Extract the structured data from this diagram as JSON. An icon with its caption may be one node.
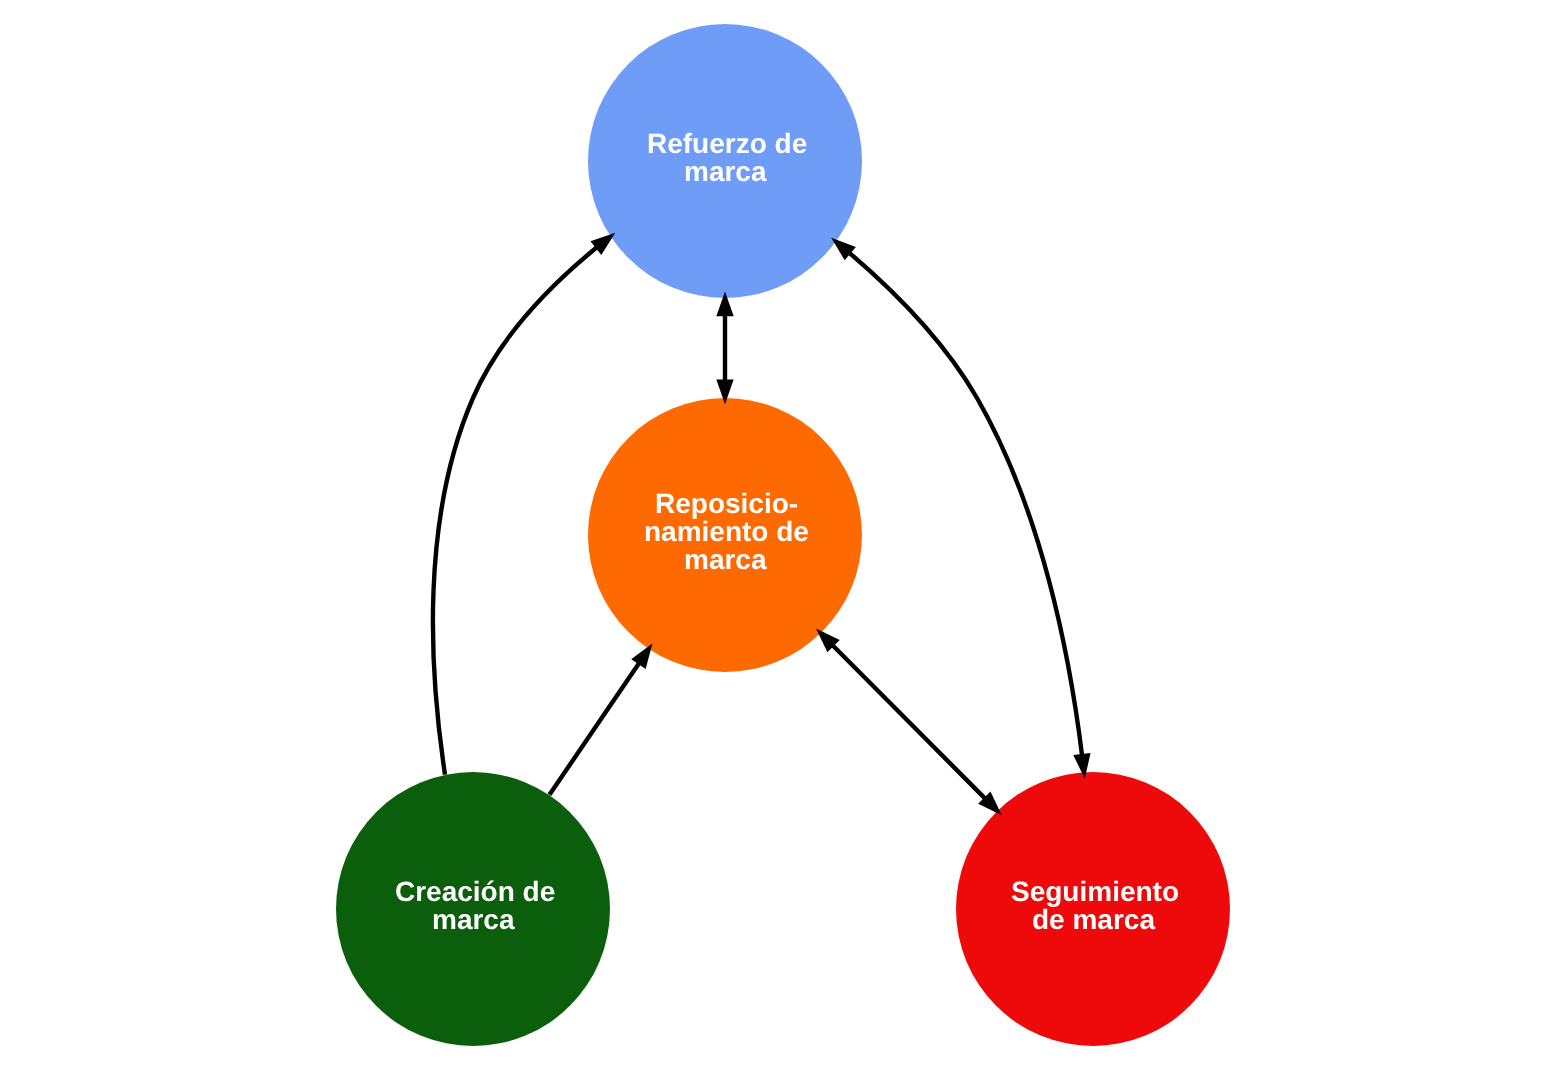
{
  "diagram": {
    "nodes": [
      {
        "text": [
          "Refuerzo de marca"
        ]
      },
      {
        "text": [
          "Reposicio- namiento de marca"
        ]
      },
      {
        "text": [
          "Creación de marca"
        ]
      },
      {
        "text": [
          "Seguimiento de marca"
        ]
      }
    ],
    "edges": [
      {
        "from": 2,
        "to": 0,
        "arrow": "to"
      },
      {
        "from": 2,
        "to": 1,
        "arrow": "to"
      },
      {
        "from": 0,
        "to": 1,
        "arrow": "both"
      },
      {
        "from": 1,
        "to": 3,
        "arrow": "both"
      },
      {
        "from": 0,
        "to": 3,
        "arrow": "both"
      }
    ]
  }
}
